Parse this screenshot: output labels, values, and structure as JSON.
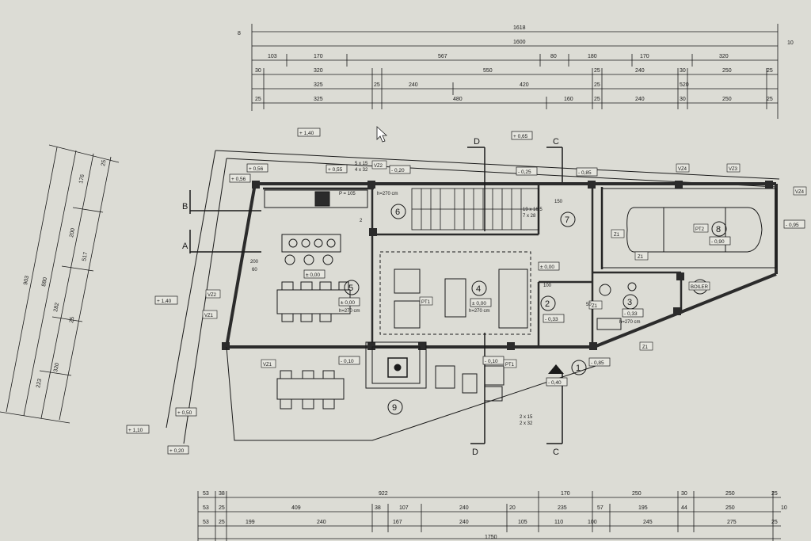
{
  "drawing": {
    "dim_rows_top": [
      [
        "1618"
      ],
      [
        "1600"
      ],
      [
        "103",
        "170",
        "567",
        "80",
        "180",
        "170",
        "320"
      ],
      [
        "30",
        "320",
        "550",
        "25",
        "240",
        "30",
        "250",
        "25"
      ],
      [
        "325",
        "25",
        "240",
        "420",
        "25",
        "520"
      ],
      [
        "25",
        "325",
        "480",
        "160",
        "25",
        "240",
        "30",
        "250",
        "25"
      ]
    ],
    "dim_top_side": [
      "8",
      "10"
    ],
    "dim_rows_bottom": [
      [
        "53",
        "38",
        "922",
        "170",
        "250",
        "30",
        "250",
        "25"
      ],
      [
        "53",
        "25",
        "409",
        "38",
        "107",
        "240",
        "20",
        "235",
        "57",
        "195",
        "44",
        "250",
        "10"
      ],
      [
        "53",
        "25",
        "199",
        "240",
        "167",
        "240",
        "105",
        "110",
        "100",
        "245",
        "275",
        "25"
      ]
    ],
    "dim_bottom_total": "1750",
    "dim_left": [
      "903",
      "880",
      "517",
      "176",
      "200",
      "282",
      "320",
      "223",
      "25",
      "25"
    ],
    "rooms": [
      "1",
      "2",
      "3",
      "4",
      "5",
      "6",
      "7",
      "8",
      "9"
    ],
    "levels": [
      "+ 1,40",
      "+ 0,56",
      "+ 0,56",
      "+ 0,55",
      "- 0,20",
      "+ 0,65",
      "- 0,25",
      "- 0,85",
      "± 0,00",
      "± 0,00",
      "± 0,00",
      "± 0,00",
      "- 0,10",
      "- 0,10",
      "- 0,33",
      "- 0,33",
      "- 0,40",
      "- 0,85",
      "- 0,95",
      "- 0,90",
      "+ 1,40",
      "+ 0,50",
      "+ 1,10",
      "+ 0,20"
    ],
    "heights": [
      "h=270 cm",
      "h=270 cm",
      "h=270 cm",
      "h=270 cm"
    ],
    "tags": [
      "VZ2",
      "VZ1",
      "VZ1",
      "VZ2",
      "VZ3",
      "VZ4",
      "VZ4",
      "PT1",
      "PT1",
      "PT2",
      "Z1",
      "Z1",
      "Z1",
      "Z1",
      "BOILER"
    ],
    "section_marks": [
      "A",
      "B",
      "C",
      "C",
      "D",
      "D"
    ],
    "stair_note": "19 x 16,5",
    "stair_note2": "7 x 28",
    "opening_notes": [
      "5 x 15",
      "4 x 32",
      "2 x 15",
      "2 x 32"
    ],
    "misc_labels": [
      "200",
      "60",
      "50",
      "150",
      "100",
      "2"
    ],
    "annot": "P = 105"
  },
  "colors": {
    "paper": "#dcdcd5",
    "ink": "#1a1a1a",
    "wall": "#2b2b2b"
  }
}
